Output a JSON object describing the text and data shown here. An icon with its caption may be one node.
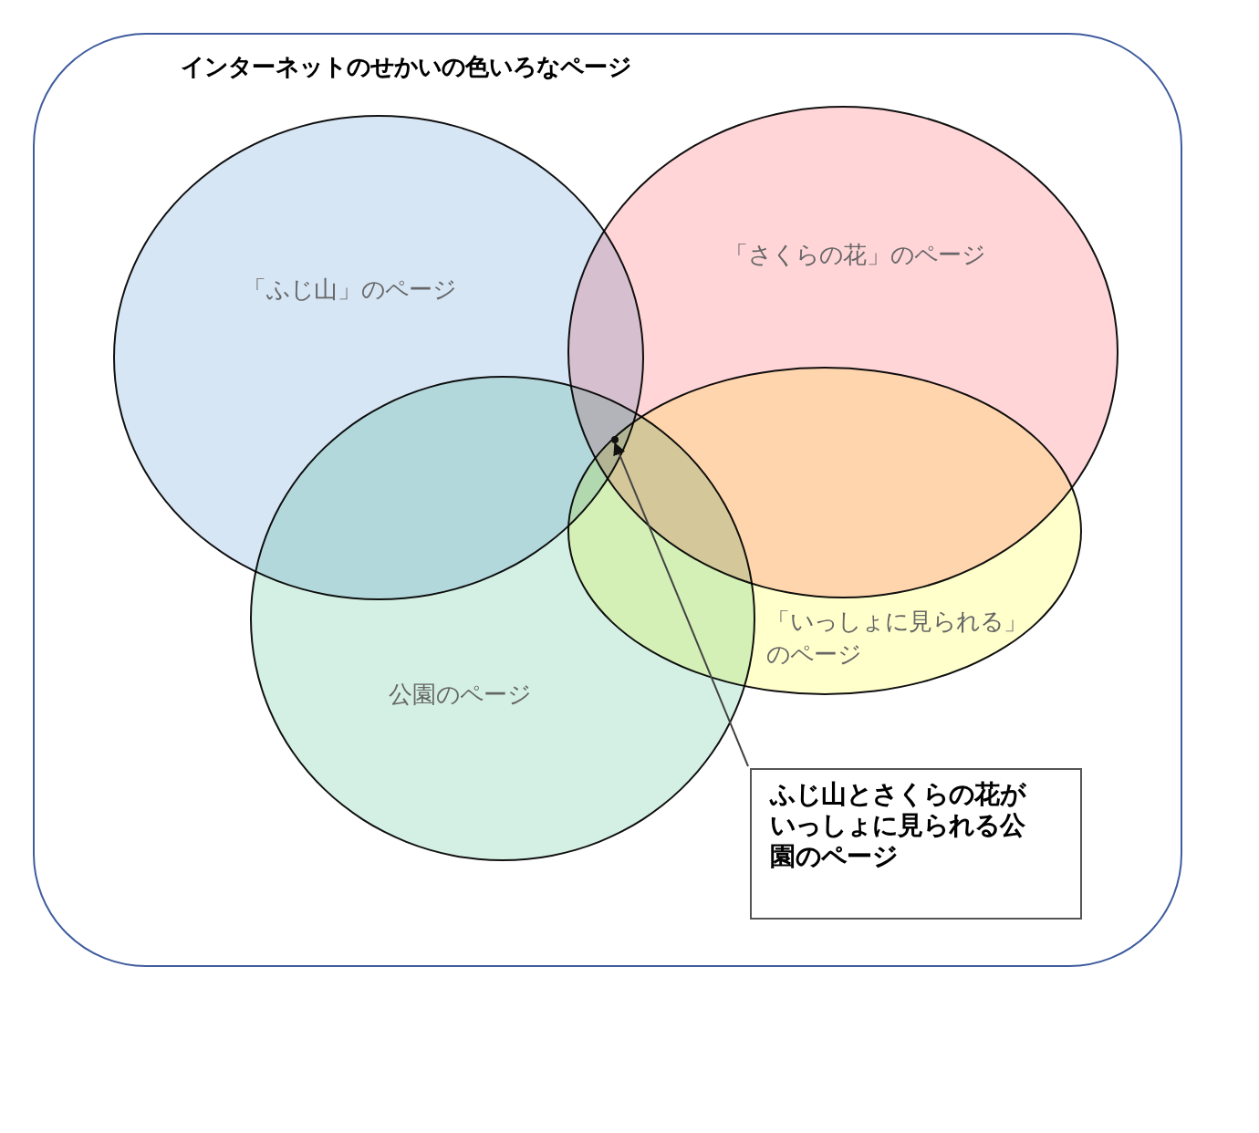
{
  "diagram": {
    "nodes": [
      {
        "text": [
          "インターネットのせかいの色いろなページ"
        ]
      },
      {
        "text": [
          "「ふじ山」のページ"
        ],
        "in": 0
      },
      {
        "text": [
          "「さくらの花」のページ"
        ],
        "in": 0
      },
      {
        "text": [
          "「いっしょに見られる」のページ"
        ],
        "in": 0
      },
      {
        "text": [
          "公園のページ"
        ],
        "in": 0
      },
      {
        "text": [
          "ふじ山とさくらの花がいっしょに見られる公園のページ"
        ],
        "in": 0
      },
      {
        "text": [],
        "shape": "point"
      }
    ],
    "edges": [
      {
        "from": 5,
        "to": 6,
        "arrow": "to"
      }
    ]
  }
}
